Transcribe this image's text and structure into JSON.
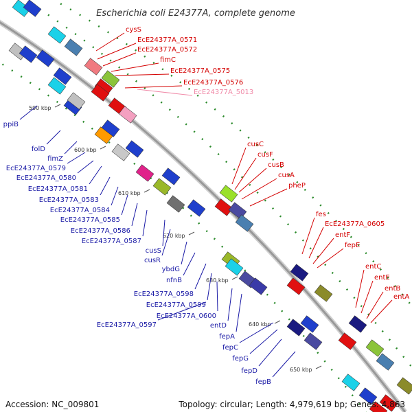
{
  "title": "Escherichia coli E24377A, complete genome",
  "footer": {
    "accession": "Accession: NC_009801",
    "summary": "Topology: circular; Length: 4,979,619 bp; Genes: 4,863"
  },
  "colors": {
    "forward_label": "#d40000",
    "reverse_label": "#1a1aa6",
    "pseudo_label": "#f08aa8",
    "backbone": "#999999",
    "tick": "#2a8a2a"
  },
  "ticks": [
    {
      "label": "590 kbp"
    },
    {
      "label": "600 kbp"
    },
    {
      "label": "610 kbp"
    },
    {
      "label": "620 kbp"
    },
    {
      "label": "630 kbp"
    },
    {
      "label": "640 kbp"
    },
    {
      "label": "650 kbp"
    }
  ],
  "genes_forward": [
    {
      "name": "cysS"
    },
    {
      "name": "EcE24377A_0571"
    },
    {
      "name": "EcE24377A_0572"
    },
    {
      "name": "fimC"
    },
    {
      "name": "EcE24377A_0575"
    },
    {
      "name": "EcE24377A_0576"
    },
    {
      "name": "EcE24377A_5013",
      "pseudo": true
    },
    {
      "name": "cusC"
    },
    {
      "name": "cusF"
    },
    {
      "name": "cusB"
    },
    {
      "name": "cusA"
    },
    {
      "name": "pheP"
    },
    {
      "name": "fes"
    },
    {
      "name": "EcE24377A_0605"
    },
    {
      "name": "entF"
    },
    {
      "name": "fepE"
    },
    {
      "name": "entC"
    },
    {
      "name": "entE"
    },
    {
      "name": "entB"
    },
    {
      "name": "entA"
    }
  ],
  "genes_reverse": [
    {
      "name": "ppiB"
    },
    {
      "name": "folD"
    },
    {
      "name": "fimZ"
    },
    {
      "name": "EcE24377A_0579"
    },
    {
      "name": "EcE24377A_0580"
    },
    {
      "name": "EcE24377A_0581"
    },
    {
      "name": "EcE24377A_0583"
    },
    {
      "name": "EcE24377A_0584"
    },
    {
      "name": "EcE24377A_0585"
    },
    {
      "name": "EcE24377A_0586"
    },
    {
      "name": "EcE24377A_0587"
    },
    {
      "name": "cusS"
    },
    {
      "name": "cusR"
    },
    {
      "name": "ybdG"
    },
    {
      "name": "nfnB"
    },
    {
      "name": "EcE24377A_0598"
    },
    {
      "name": "EcE24377A_0599"
    },
    {
      "name": "EcE24377A_0600"
    },
    {
      "name": "EcE24377A_0597"
    },
    {
      "name": "entD"
    },
    {
      "name": "fepA"
    },
    {
      "name": "fepC"
    },
    {
      "name": "fepG"
    },
    {
      "name": "fepD"
    },
    {
      "name": "fepB"
    }
  ]
}
